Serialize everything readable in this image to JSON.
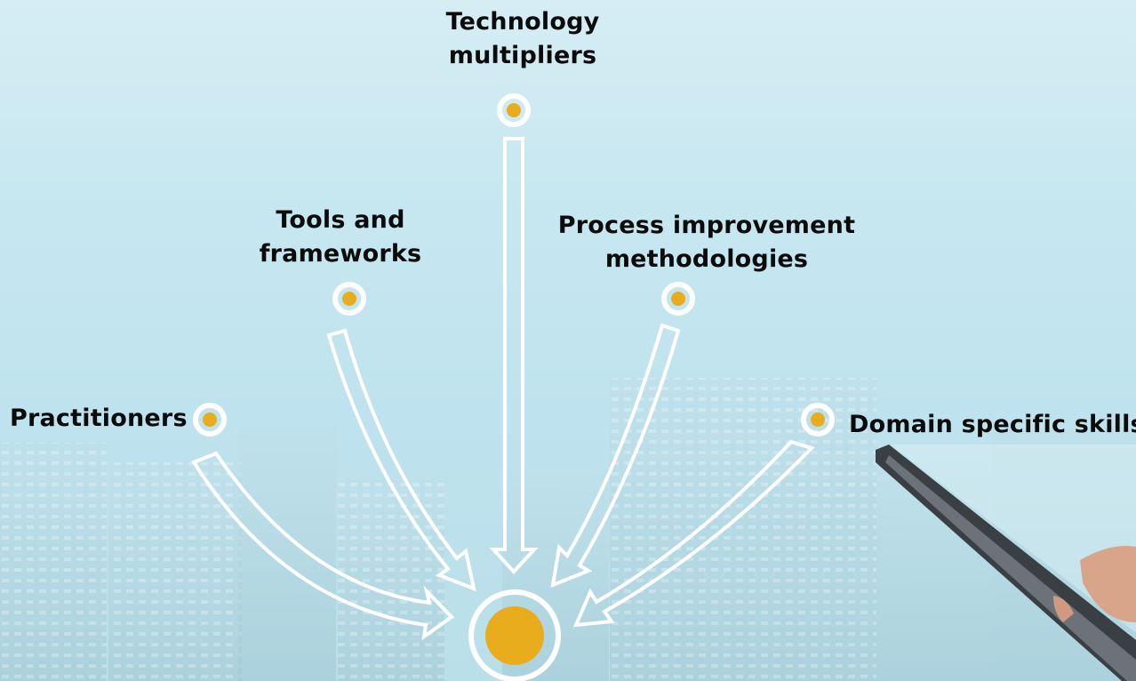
{
  "diagram": {
    "nodes": [
      {
        "id": "practitioners",
        "label": "Practitioners"
      },
      {
        "id": "tools",
        "label_lines": [
          "Tools and",
          "frameworks"
        ]
      },
      {
        "id": "technology",
        "label_lines": [
          "Technology",
          "multipliers"
        ]
      },
      {
        "id": "process",
        "label_lines": [
          "Process improvement",
          "methodologies"
        ]
      },
      {
        "id": "domain",
        "label": "Domain specific skills"
      }
    ],
    "colors": {
      "node_fill": "#e9ac1c",
      "ring": "#ffffff",
      "arrow_outline": "#ffffff",
      "text": "#0b0b0b"
    }
  }
}
